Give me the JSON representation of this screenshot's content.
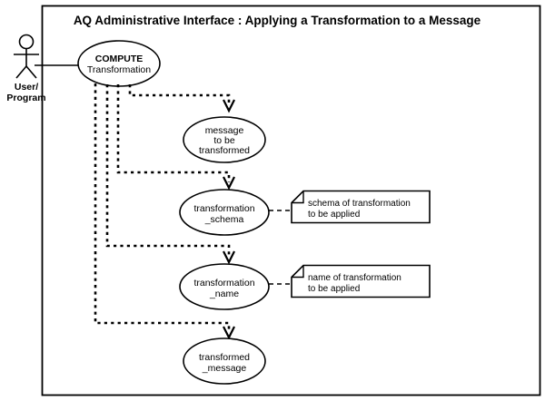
{
  "diagram": {
    "title": "AQ Administrative Interface : Applying a Transformation to a Message",
    "type": "uml-use-case",
    "background_color": "#ffffff",
    "line_color": "#000000"
  },
  "actor": {
    "name": "actor-user-program",
    "label_line1": "User/",
    "label_line2": "Program"
  },
  "use_case": {
    "title_line1": "COMPUTE",
    "title_line2": "Transformation"
  },
  "nodes": [
    {
      "id": "message-to-be-transformed",
      "line1": "message",
      "line2": "to be",
      "line3": "transformed"
    },
    {
      "id": "transformation-schema",
      "line1": "transformation",
      "line2": "_schema",
      "line3": ""
    },
    {
      "id": "transformation-name",
      "line1": "transformation",
      "line2": "_name",
      "line3": ""
    },
    {
      "id": "transformed-message",
      "line1": "transformed",
      "line2": "_message",
      "line3": ""
    }
  ],
  "notes": [
    {
      "id": "note-transformation-schema",
      "line1": "schema of transformation",
      "line2": "to be applied",
      "attached_to": "transformation-schema"
    },
    {
      "id": "note-transformation-name",
      "line1": "name of transformation",
      "line2": "to be applied",
      "attached_to": "transformation-name"
    }
  ]
}
